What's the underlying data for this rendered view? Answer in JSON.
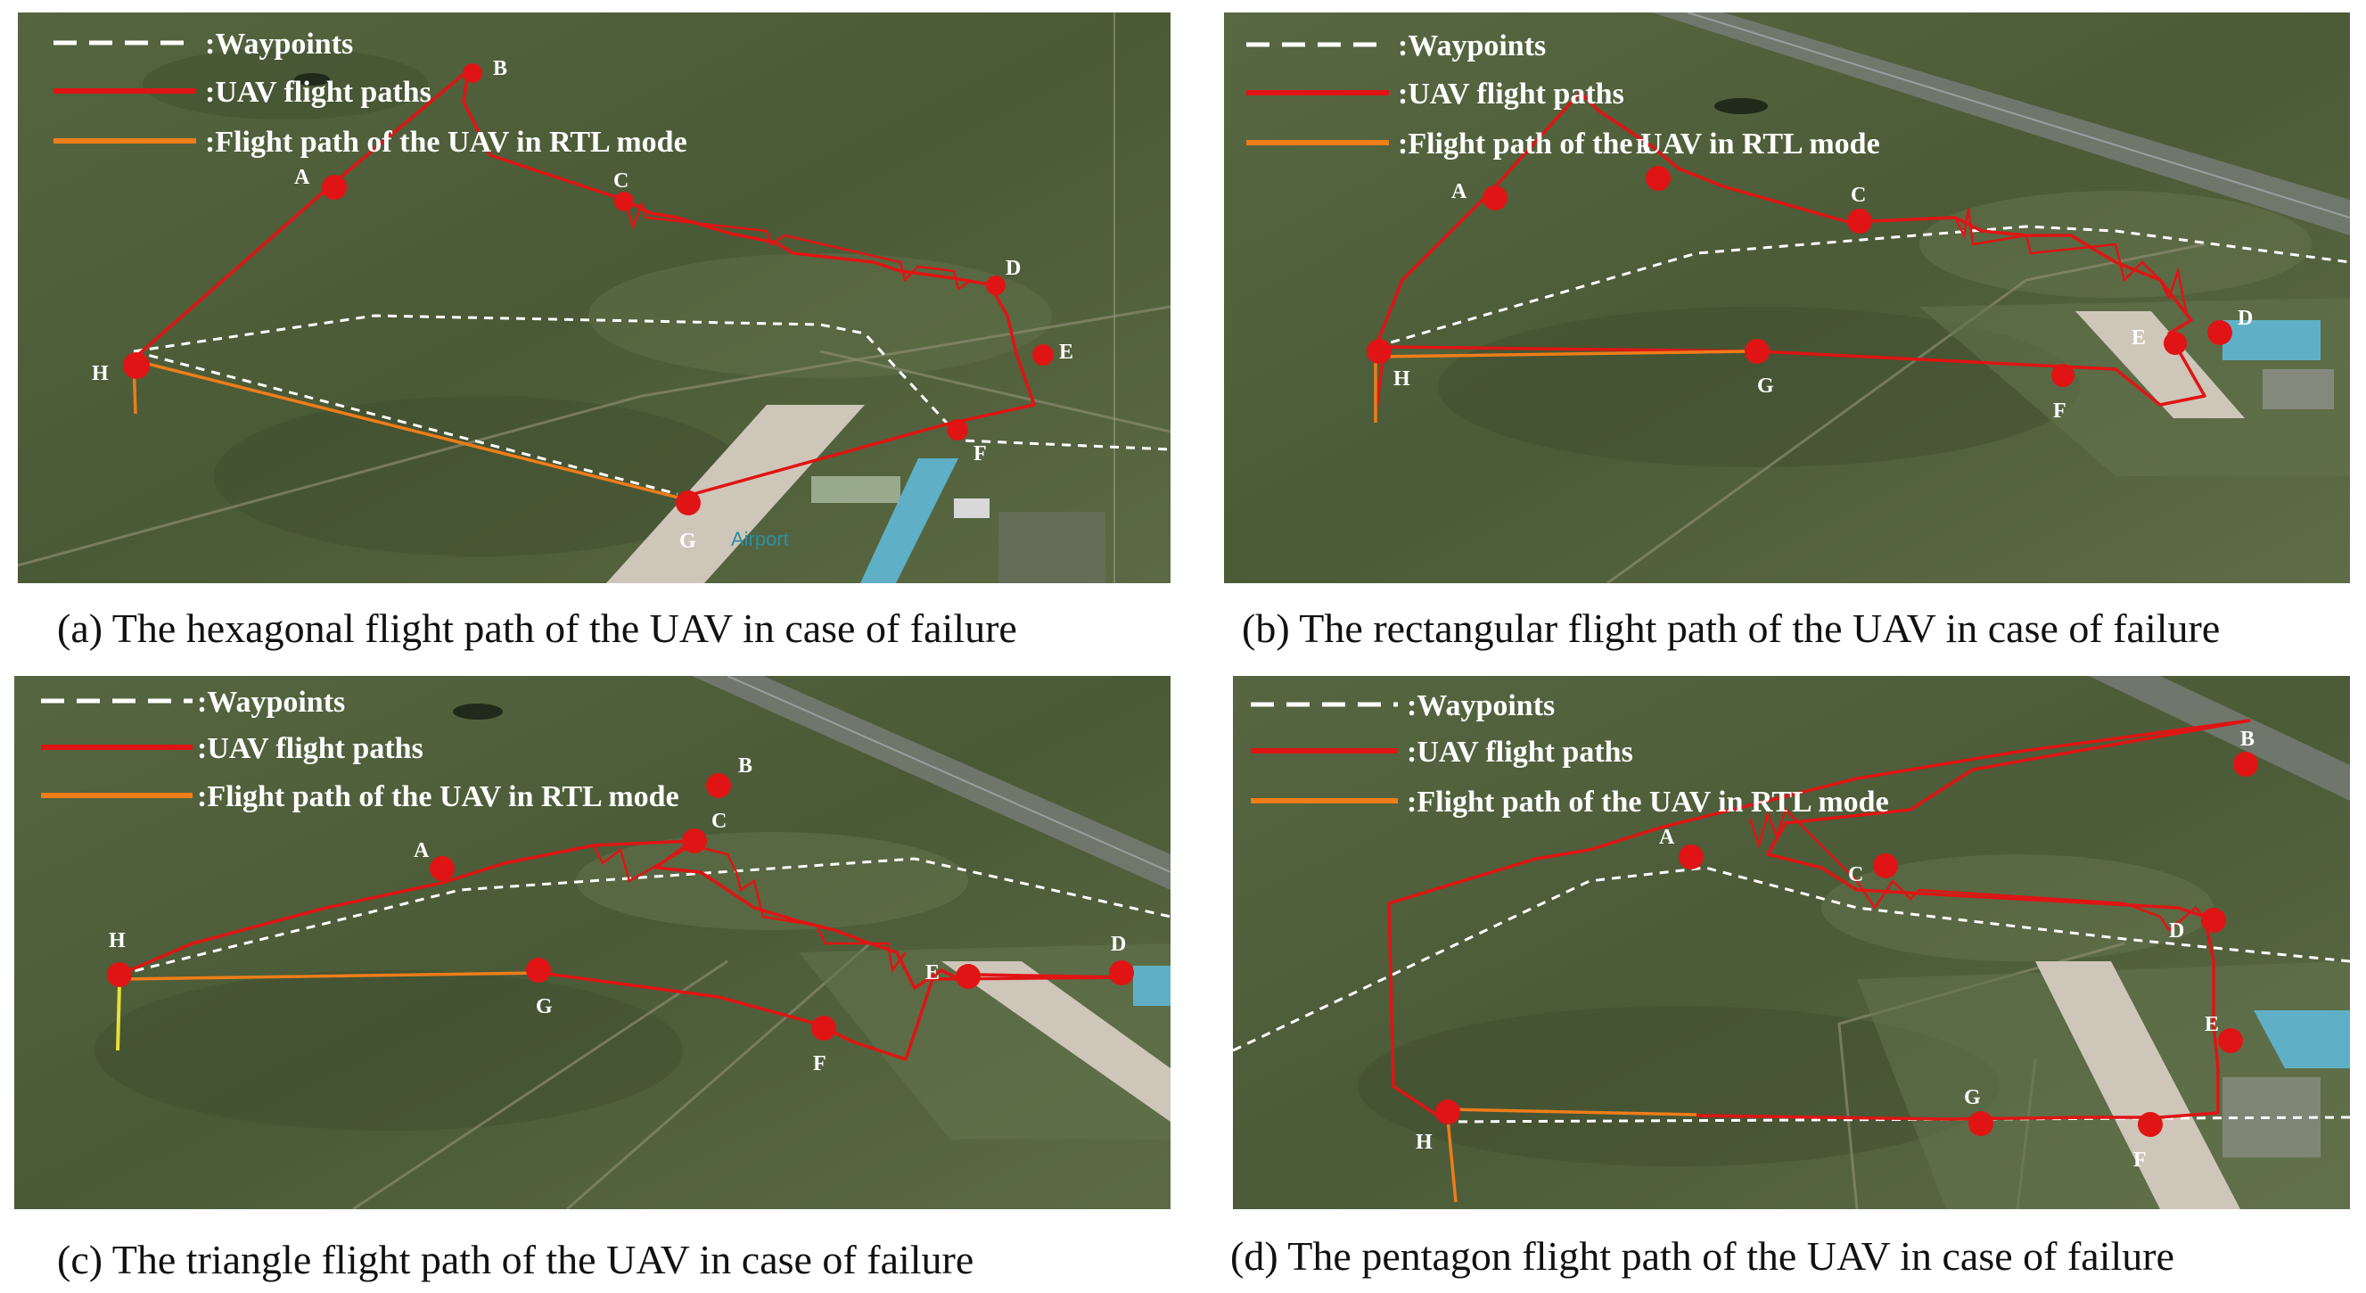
{
  "legend": {
    "waypoints": ":Waypoints",
    "uav_paths": ":UAV  flight paths",
    "rtl_path": ":Flight path of the UAV in RTL mode"
  },
  "colors": {
    "uav_path": "#e01414",
    "rtl_path": "#ee7d1a",
    "waypoints": "#ffffff",
    "terrain": "#4f5f3a",
    "runway": "#c9c0b4",
    "apron_roof": "#5fb0c6"
  },
  "panels": [
    {
      "caption": "(a) The hexagonal flight path of the UAV in case of failure",
      "points": [
        {
          "label": "A"
        },
        {
          "label": "B"
        },
        {
          "label": "C"
        },
        {
          "label": "D"
        },
        {
          "label": "E"
        },
        {
          "label": "F"
        },
        {
          "label": "G"
        },
        {
          "label": "H"
        }
      ],
      "map_text": "Airport"
    },
    {
      "caption": "(b) The rectangular flight path of the UAV in case of  failure",
      "points": [
        {
          "label": "A"
        },
        {
          "label": "B"
        },
        {
          "label": "C"
        },
        {
          "label": "D"
        },
        {
          "label": "E"
        },
        {
          "label": "F"
        },
        {
          "label": "G"
        },
        {
          "label": "H"
        }
      ]
    },
    {
      "caption": "(c) The triangle flight path of the UAV in case of failure",
      "points": [
        {
          "label": "A"
        },
        {
          "label": "B"
        },
        {
          "label": "C"
        },
        {
          "label": "D"
        },
        {
          "label": "E"
        },
        {
          "label": "F"
        },
        {
          "label": "G"
        },
        {
          "label": "H"
        }
      ]
    },
    {
      "caption": "(d) The pentagon flight path of the UAV in case of failure",
      "points": [
        {
          "label": "A"
        },
        {
          "label": "B"
        },
        {
          "label": "C"
        },
        {
          "label": "D"
        },
        {
          "label": "E"
        },
        {
          "label": "F"
        },
        {
          "label": "G"
        },
        {
          "label": "H"
        }
      ]
    }
  ]
}
